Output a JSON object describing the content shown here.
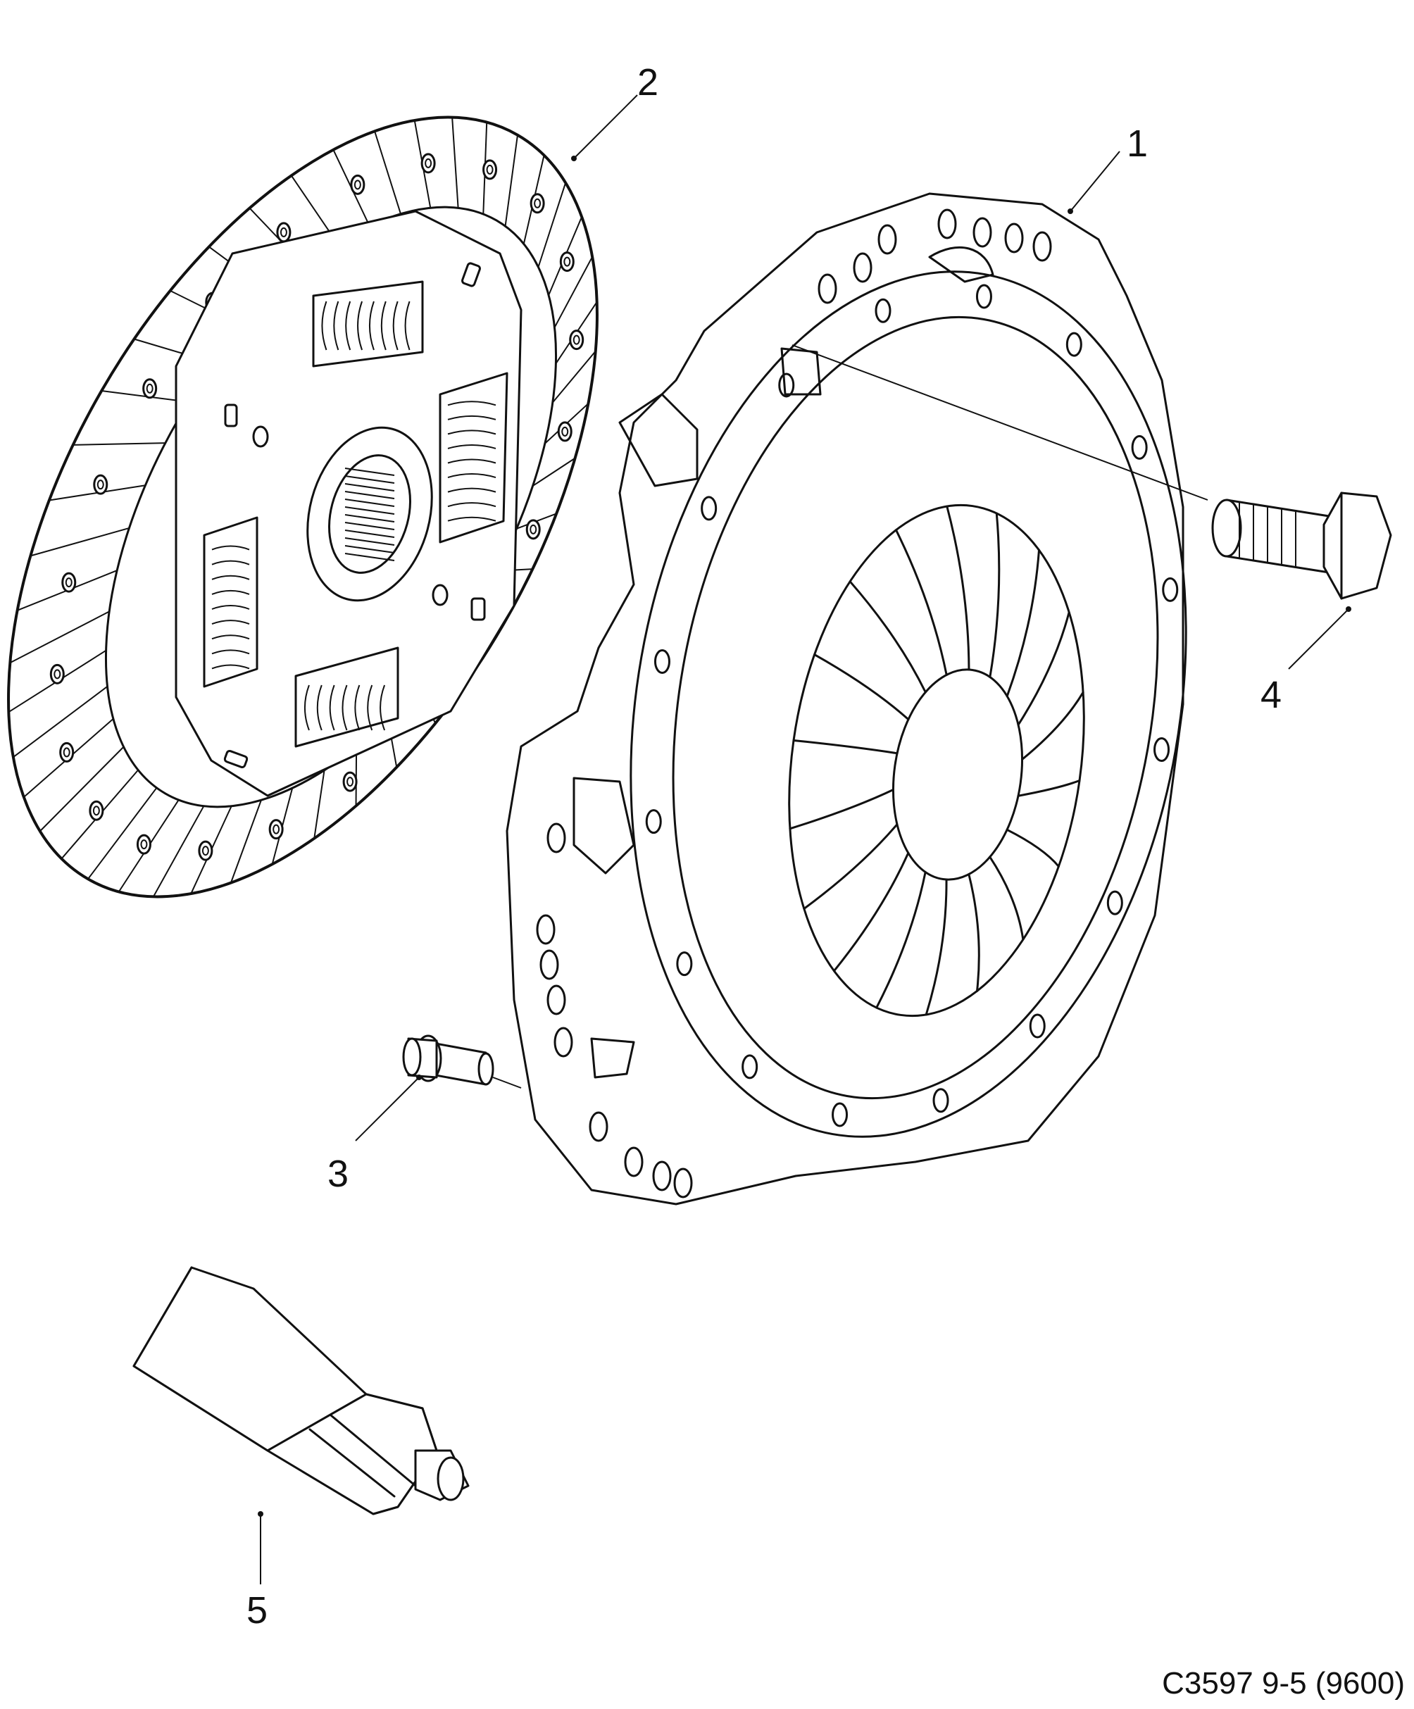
{
  "callouts": [
    {
      "id": "1",
      "label": "1"
    },
    {
      "id": "2",
      "label": "2"
    },
    {
      "id": "3",
      "label": "3"
    },
    {
      "id": "4",
      "label": "4"
    },
    {
      "id": "5",
      "label": "5"
    }
  ],
  "figure_code": "C3597 9-5 (9600)",
  "parts": [
    {
      "callout": "1",
      "icon": "pressure-plate-icon"
    },
    {
      "callout": "2",
      "icon": "clutch-disc-icon"
    },
    {
      "callout": "3",
      "icon": "dowel-pin-icon"
    },
    {
      "callout": "4",
      "icon": "hex-bolt-icon"
    },
    {
      "callout": "5",
      "icon": "grease-tube-icon"
    }
  ]
}
